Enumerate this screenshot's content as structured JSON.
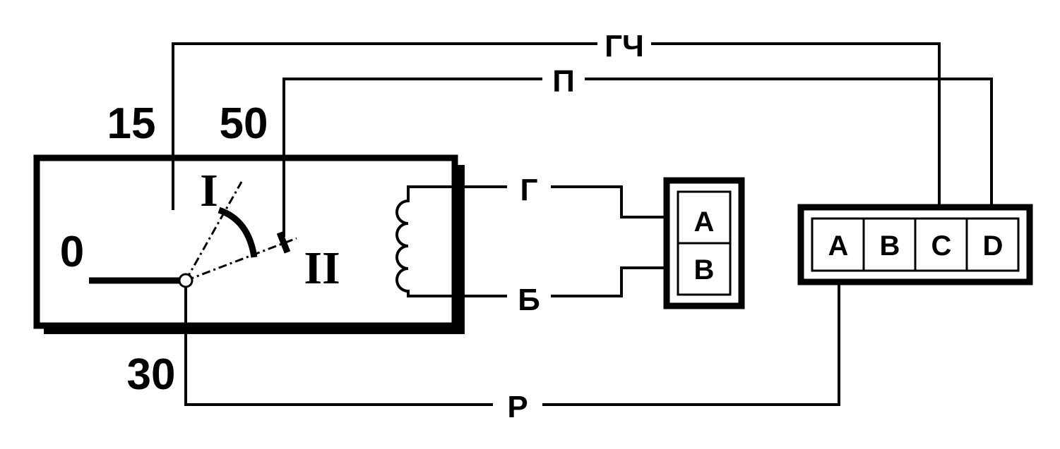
{
  "ignition_switch": {
    "terminal_15": "15",
    "terminal_50": "50",
    "terminal_30": "30",
    "position_0": "0",
    "position_1": "I",
    "position_2": "II"
  },
  "wires": {
    "gch": "ГЧ",
    "p": "П",
    "g": "Г",
    "b": "Б",
    "r": "Р"
  },
  "connector_2pin": {
    "pin_a": "A",
    "pin_b": "B"
  },
  "connector_4pin": {
    "pin_a": "A",
    "pin_b": "B",
    "pin_c": "C",
    "pin_d": "D"
  }
}
